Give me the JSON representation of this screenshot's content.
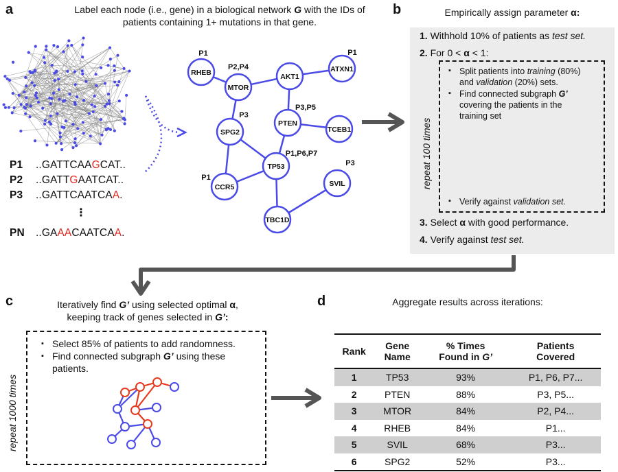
{
  "panels": {
    "a": "a",
    "b": "b",
    "c": "c",
    "d": "d"
  },
  "captions": {
    "a_line1": "Label each node (i.e., gene) in a biological network",
    "a_g": "G",
    "a_line1_tail": "with the IDs of",
    "a_line2": "patients containing 1+ mutations in that gene.",
    "b_title": "Empirically assign parameter",
    "alpha": "α",
    "colon": ":",
    "c_line1": "Iteratively find",
    "gprime": "G’",
    "c_line1_tail": "using selected optimal",
    "c_line2": "keeping track of genes selected in",
    "d_title": "Aggregate results across iterations:"
  },
  "sequences": [
    {
      "id": "P1",
      "pre": "..GATTCAA",
      "mut": "G",
      "post": "CAT.."
    },
    {
      "id": "P2",
      "pre": "..GATT",
      "mut": "G",
      "post": "AATCAT.."
    },
    {
      "id": "P3",
      "pre": "..GATTCAATCA",
      "mut": "A",
      "post": "."
    },
    {
      "id": "PN",
      "pre": "..GA",
      "mut": "AA",
      "post": "CAATCA",
      "mut2": "A",
      "post2": "."
    }
  ],
  "vertical_dots": "⋮",
  "network": {
    "nodes": [
      {
        "id": "RHEB",
        "tag": "P1"
      },
      {
        "id": "MTOR",
        "tag": "P2,P4"
      },
      {
        "id": "AKT1",
        "tag": ""
      },
      {
        "id": "ATXN1",
        "tag": "P1"
      },
      {
        "id": "SPG2",
        "tag": "P3"
      },
      {
        "id": "PTEN",
        "tag": "P3,P5"
      },
      {
        "id": "TCEB1",
        "tag": ""
      },
      {
        "id": "TP53",
        "tag": "P1,P6,P7"
      },
      {
        "id": "CCR5",
        "tag": "P1"
      },
      {
        "id": "SVIL",
        "tag": "P3"
      },
      {
        "id": "TBC1D",
        "tag": ""
      }
    ],
    "colors": {
      "node": "#4a4ae6",
      "highlight": "#e63a1e",
      "edge_gray": "#888888"
    }
  },
  "panel_b": {
    "step1_num": "1.",
    "step1": "Withhold 10% of patients as",
    "step1_em": "test set.",
    "step2_num": "2.",
    "step2": "For 0 <",
    "step2_tail": "< 1:",
    "repeat": "repeat 100 times",
    "bullet": "▪",
    "inner1a": "Split patients into",
    "inner1b": "training",
    "inner1c": "(80%)",
    "inner2a": "and",
    "inner2b": "validation",
    "inner2c": "(20%) sets.",
    "inner3a": "Find connected subgraph",
    "inner4": "covering the patients in the",
    "inner5": "training set",
    "inner6a": "Verify against",
    "inner6b": "validation set.",
    "step3_num": "3.",
    "step3": "Select",
    "step3_tail": "with good performance.",
    "step4_num": "4.",
    "step4": "Verify against",
    "step4_em": "test set."
  },
  "panel_c": {
    "repeat": "repeat 1000 times",
    "bullet1": "Select 85% of patients to add randomness.",
    "bullet2a": "Find connected subgraph",
    "bullet2b": "using these",
    "bullet3": "patients."
  },
  "table": {
    "headers": [
      [
        "Rank",
        ""
      ],
      [
        "Gene",
        "Name"
      ],
      [
        "% Times",
        "Found in"
      ],
      [
        "Patients",
        "Covered"
      ]
    ],
    "rows": [
      {
        "rank": "1",
        "gene": "TP53",
        "pct": "93%",
        "patients": "P1, P6, P7...",
        "shade": true
      },
      {
        "rank": "2",
        "gene": "PTEN",
        "pct": "88%",
        "patients": "P3, P5...",
        "shade": false
      },
      {
        "rank": "3",
        "gene": "MTOR",
        "pct": "84%",
        "patients": "P2, P4...",
        "shade": true
      },
      {
        "rank": "4",
        "gene": "RHEB",
        "pct": "84%",
        "patients": "P1...",
        "shade": false
      },
      {
        "rank": "5",
        "gene": "SVIL",
        "pct": "68%",
        "patients": "P3...",
        "shade": true
      },
      {
        "rank": "6",
        "gene": "SPG2",
        "pct": "52%",
        "patients": "P3...",
        "shade": false
      }
    ]
  }
}
